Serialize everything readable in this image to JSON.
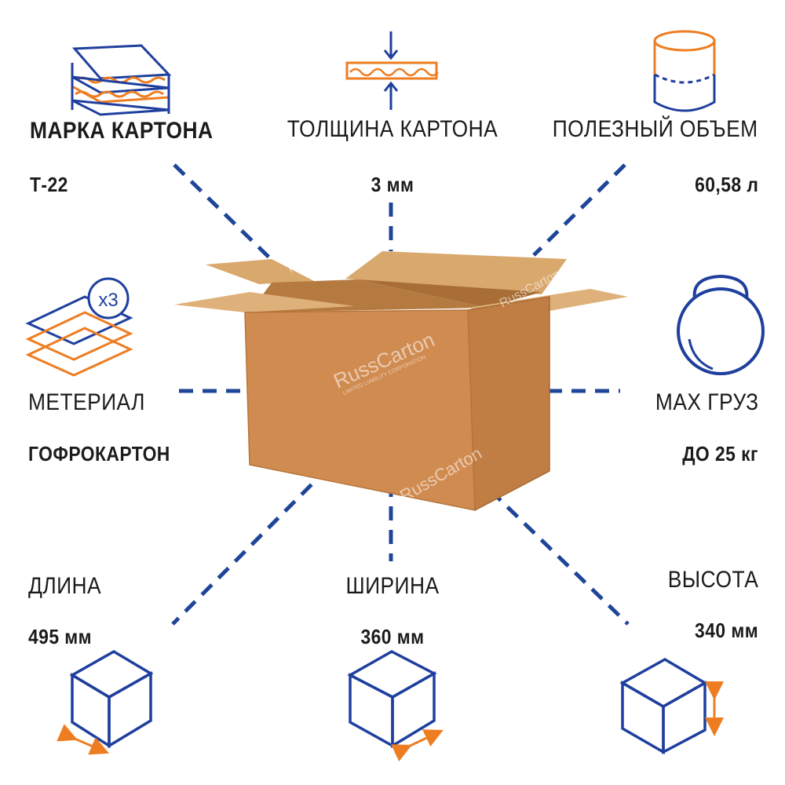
{
  "specs": {
    "brand": {
      "title": "МАРКА КАРТОНА",
      "value": "Т-22"
    },
    "thickness": {
      "title": "ТОЛЩИНА КАРТОНА",
      "value": "3 мм"
    },
    "volume": {
      "title": "ПОЛЕЗНЫЙ ОБЪЕМ",
      "value": "60,58 л"
    },
    "material": {
      "title": "МЕТЕРИАЛ",
      "value": "ГОФРОКАРТОН",
      "layers_badge": "x3"
    },
    "max_load": {
      "title": "МАХ ГРУЗ",
      "value": "ДО 25 кг"
    },
    "length": {
      "title": "ДЛИНА",
      "value": "495 мм"
    },
    "width": {
      "title": "ШИРИНА",
      "value": "360 мм"
    },
    "height": {
      "title": "ВЫСОТА",
      "value": "340 мм"
    }
  },
  "watermark": {
    "brand": "RussCarton",
    "sub": "LIMITED LIABILITY CORPORATION"
  },
  "colors": {
    "blue": "#1f3f9e",
    "orange": "#ee7d22",
    "dash": "#1e4597",
    "box_front": "#d08b50",
    "box_side": "#c07d44",
    "flap": "#d9a86d",
    "text": "#1b1b1b"
  },
  "icons": [
    "layered-cardboard-icon",
    "thickness-arrows-icon",
    "volume-cylinder-icon",
    "material-layers-icon",
    "kettlebell-icon",
    "cube-length-icon",
    "cube-width-icon",
    "cube-height-icon"
  ]
}
